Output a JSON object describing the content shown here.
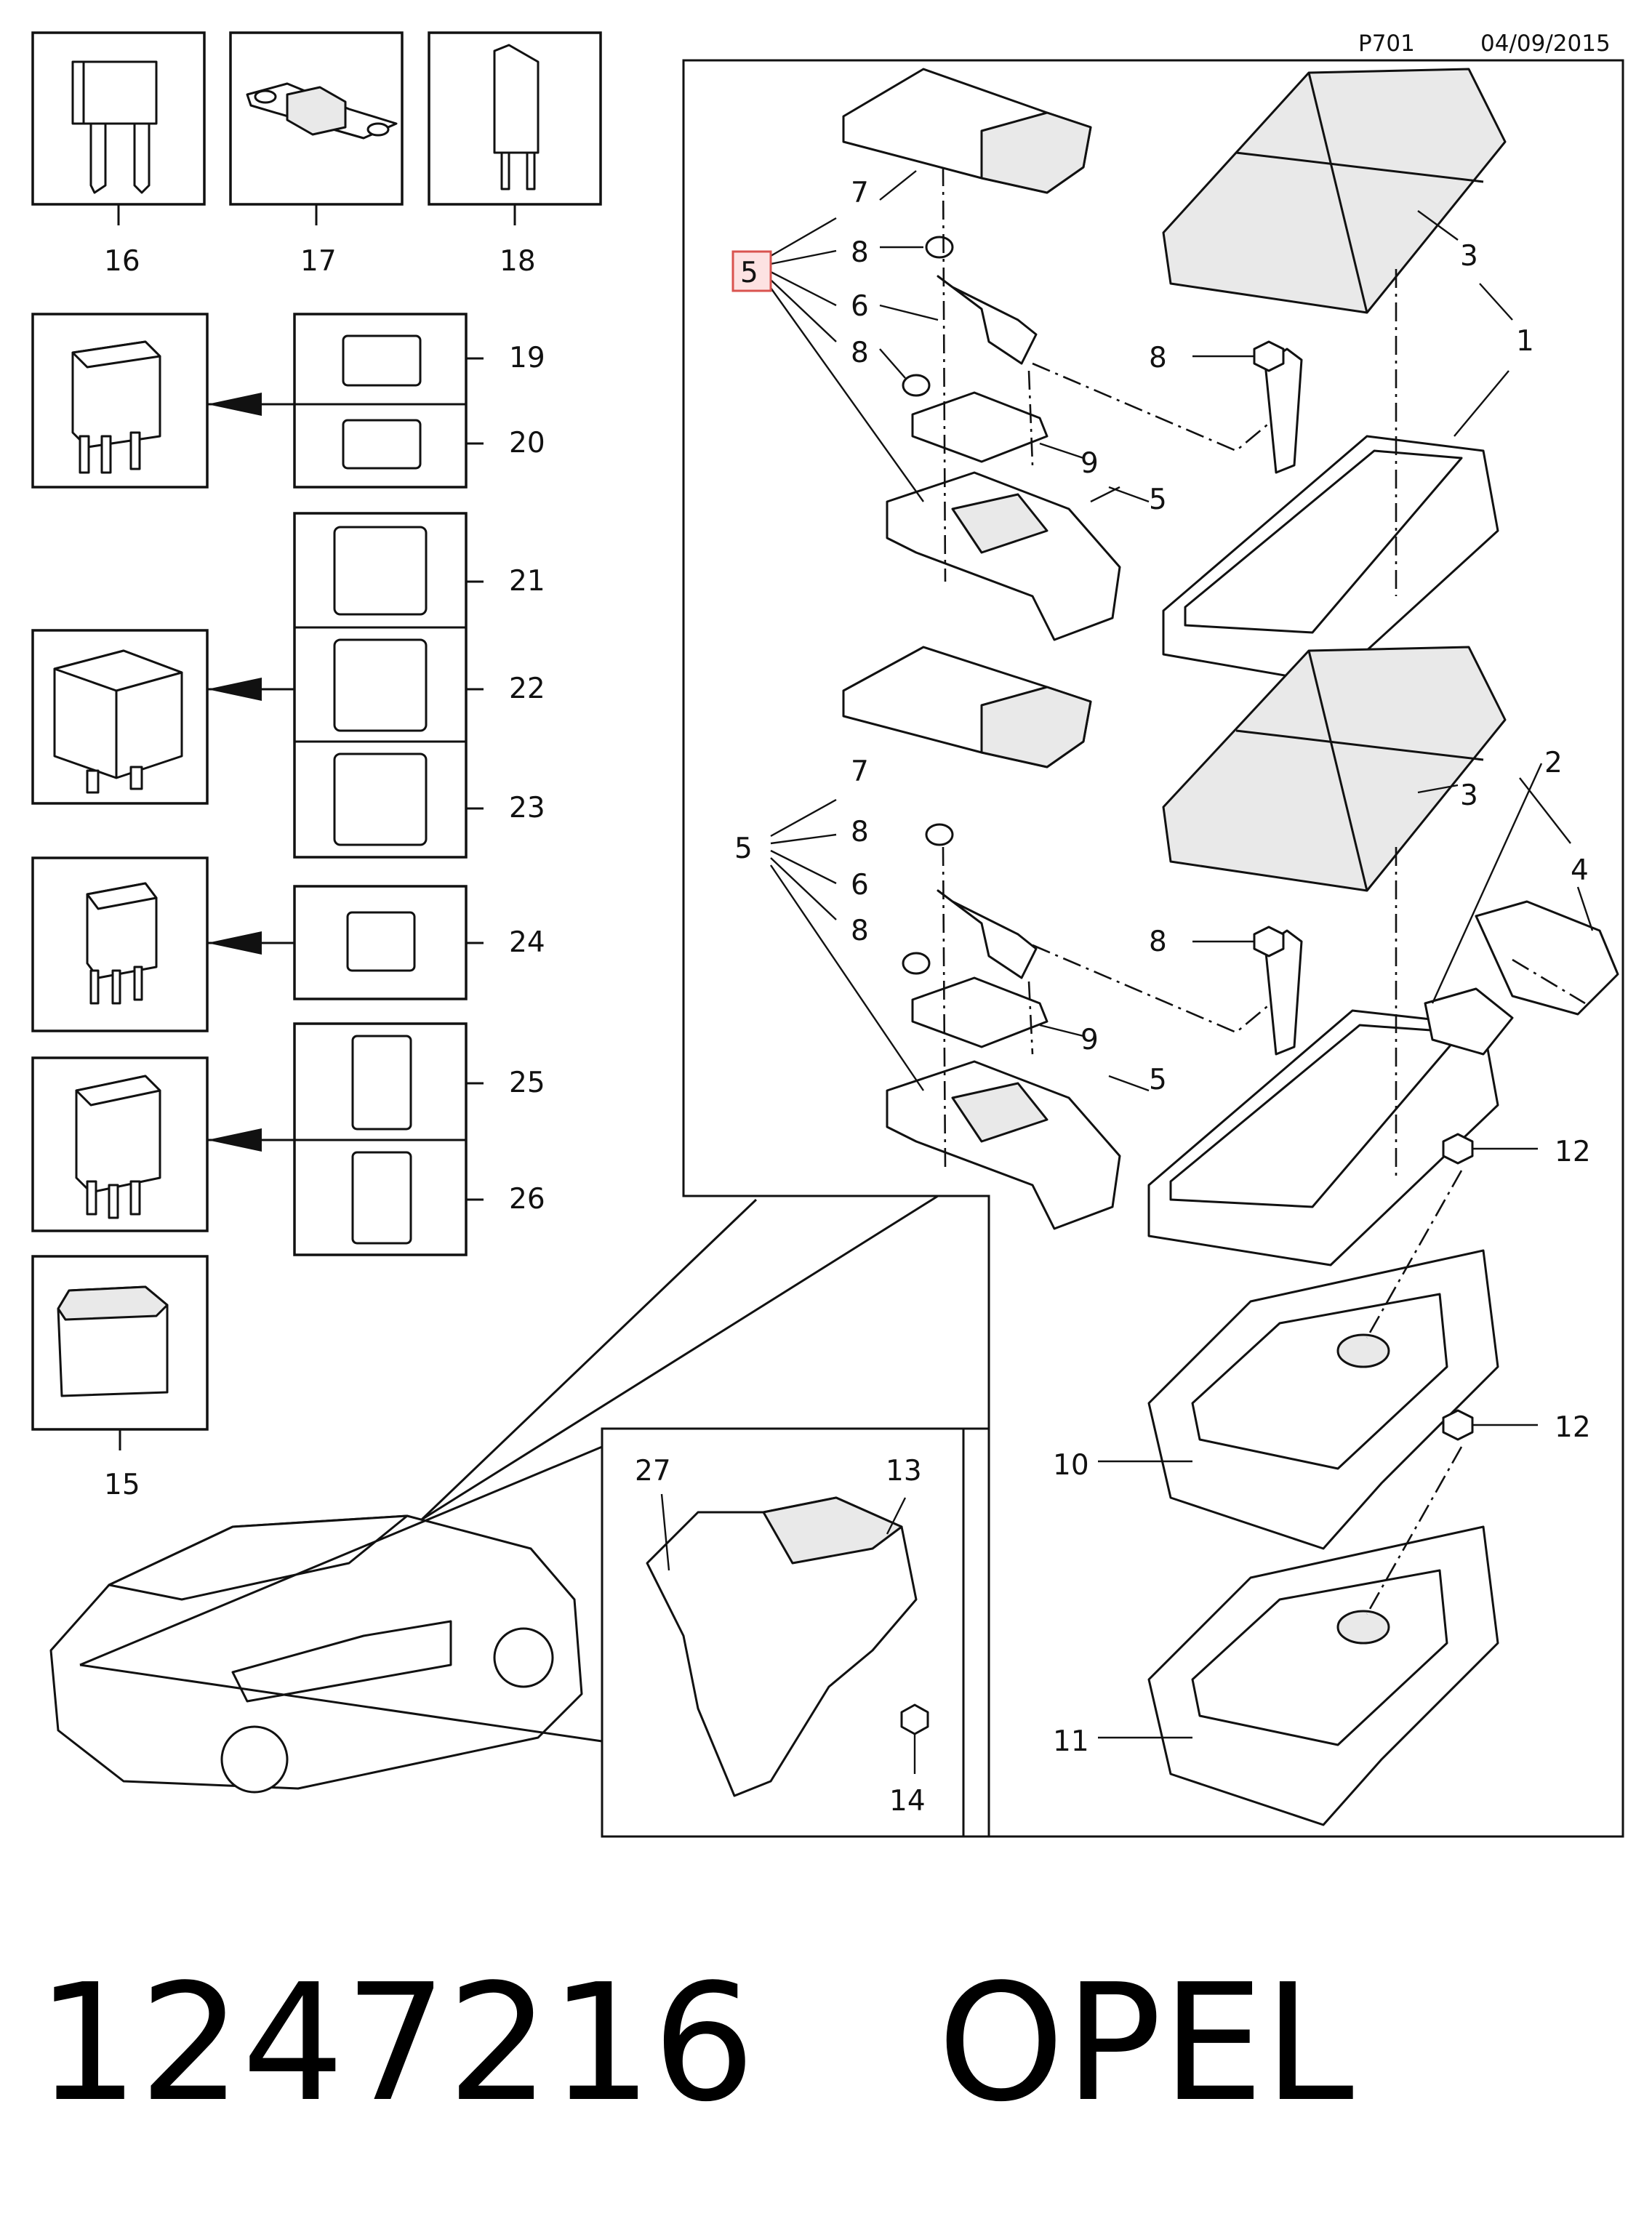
{
  "header": {
    "page_code": "P701",
    "date": "04/09/2015"
  },
  "callouts": {
    "c1": "1",
    "c2": "2",
    "c3a": "3",
    "c3b": "3",
    "c4": "4",
    "c5_highlight": "5",
    "c5b": "5",
    "c5c": "5",
    "c5d": "5",
    "c6a": "6",
    "c6b": "6",
    "c7a": "7",
    "c7b": "7",
    "c8a": "8",
    "c8b": "8",
    "c8c": "8",
    "c8d": "8",
    "c8e": "8",
    "c8f": "8",
    "c9a": "9",
    "c9b": "9",
    "c10": "10",
    "c11": "11",
    "c12a": "12",
    "c12b": "12",
    "c13": "13",
    "c14": "14",
    "c27": "27",
    "c15": "15",
    "c16": "16",
    "c17": "17",
    "c18": "18",
    "c19": "19",
    "c20": "20",
    "c21": "21",
    "c22": "22",
    "c23": "23",
    "c24": "24",
    "c25": "25",
    "c26": "26"
  },
  "colors": {
    "line": "#111111",
    "highlight_border": "#d9534f",
    "highlight_fill": "#fde2e2"
  },
  "footer": {
    "part_number": "1247216",
    "brand": "OPEL"
  }
}
